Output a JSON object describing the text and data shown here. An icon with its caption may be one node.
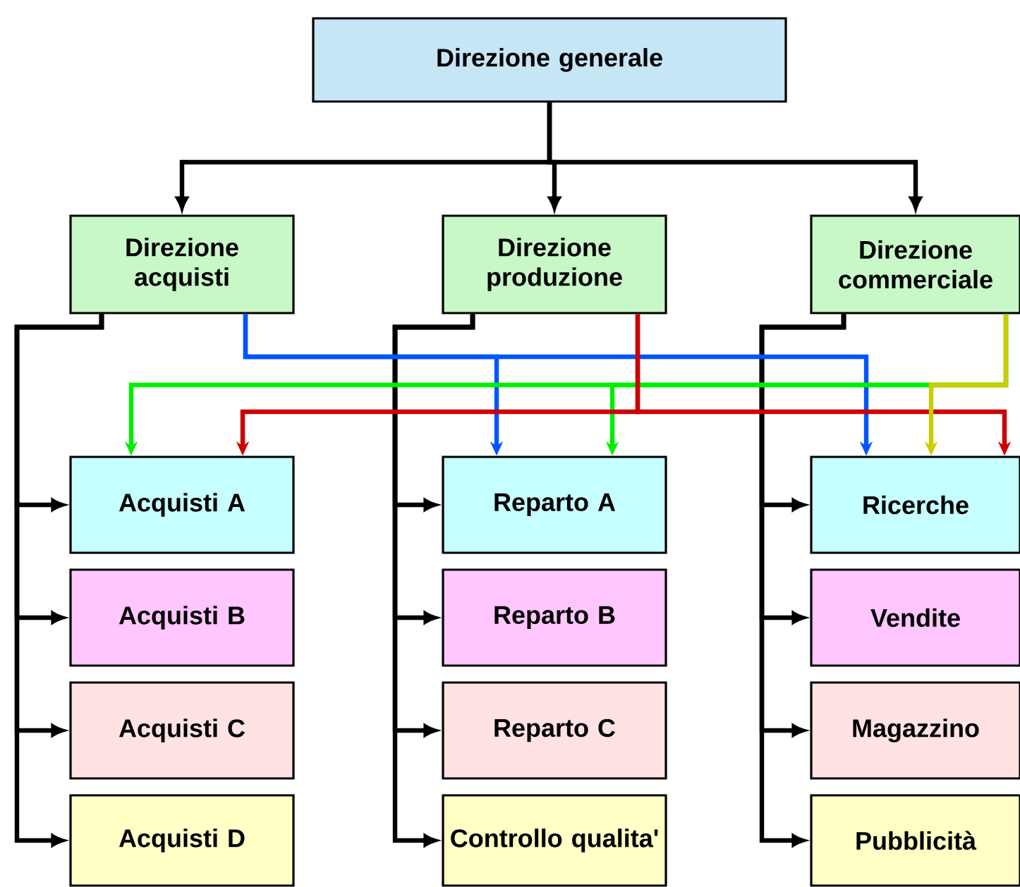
{
  "diagram": {
    "nodes": [
      {
        "text": [
          "Direzione generale"
        ]
      },
      {
        "text": [
          "Direzione acquisti"
        ]
      },
      {
        "text": [
          "Direzione produzione"
        ]
      },
      {
        "text": [
          "Direzione commerciale"
        ]
      },
      {
        "text": [
          "Acquisti A"
        ]
      },
      {
        "text": [
          "Acquisti B"
        ]
      },
      {
        "text": [
          "Acquisti C"
        ]
      },
      {
        "text": [
          "Acquisti D"
        ]
      },
      {
        "text": [
          "Reparto A"
        ]
      },
      {
        "text": [
          "Reparto B"
        ]
      },
      {
        "text": [
          "Reparto C"
        ]
      },
      {
        "text": [
          "Controllo qualita'"
        ]
      },
      {
        "text": [
          "Ricerche"
        ]
      },
      {
        "text": [
          "Vendite"
        ]
      },
      {
        "text": [
          "Magazzino"
        ]
      },
      {
        "text": [
          "Pubblicità"
        ]
      }
    ],
    "edges": [
      {
        "from": 0,
        "to": 1,
        "arrow": "to"
      },
      {
        "from": 0,
        "to": 2,
        "arrow": "to"
      },
      {
        "from": 0,
        "to": 3,
        "arrow": "to"
      },
      {
        "from": 1,
        "to": 4,
        "arrow": "to"
      },
      {
        "from": 1,
        "to": 5,
        "arrow": "to"
      },
      {
        "from": 1,
        "to": 6,
        "arrow": "to"
      },
      {
        "from": 1,
        "to": 7,
        "arrow": "to"
      },
      {
        "from": 2,
        "to": 8,
        "arrow": "to"
      },
      {
        "from": 2,
        "to": 9,
        "arrow": "to"
      },
      {
        "from": 2,
        "to": 10,
        "arrow": "to"
      },
      {
        "from": 2,
        "to": 11,
        "arrow": "to"
      },
      {
        "from": 3,
        "to": 12,
        "arrow": "to"
      },
      {
        "from": 3,
        "to": 13,
        "arrow": "to"
      },
      {
        "from": 3,
        "to": 14,
        "arrow": "to"
      },
      {
        "from": 3,
        "to": 15,
        "arrow": "to"
      },
      {
        "from": 1,
        "to": 8,
        "arrow": "to",
        "color": "#0055ff"
      },
      {
        "from": 1,
        "to": 12,
        "arrow": "to",
        "color": "#0055ff"
      },
      {
        "from": 3,
        "to": 4,
        "arrow": "to",
        "color": "#00ee00"
      },
      {
        "from": 3,
        "to": 8,
        "arrow": "to",
        "color": "#00ee00"
      },
      {
        "from": 2,
        "to": 4,
        "arrow": "to",
        "color": "#cc0000"
      },
      {
        "from": 2,
        "to": 12,
        "arrow": "to",
        "color": "#cc0000"
      },
      {
        "from": 3,
        "to": 12,
        "arrow": "to",
        "color": "#cccc00"
      }
    ]
  }
}
